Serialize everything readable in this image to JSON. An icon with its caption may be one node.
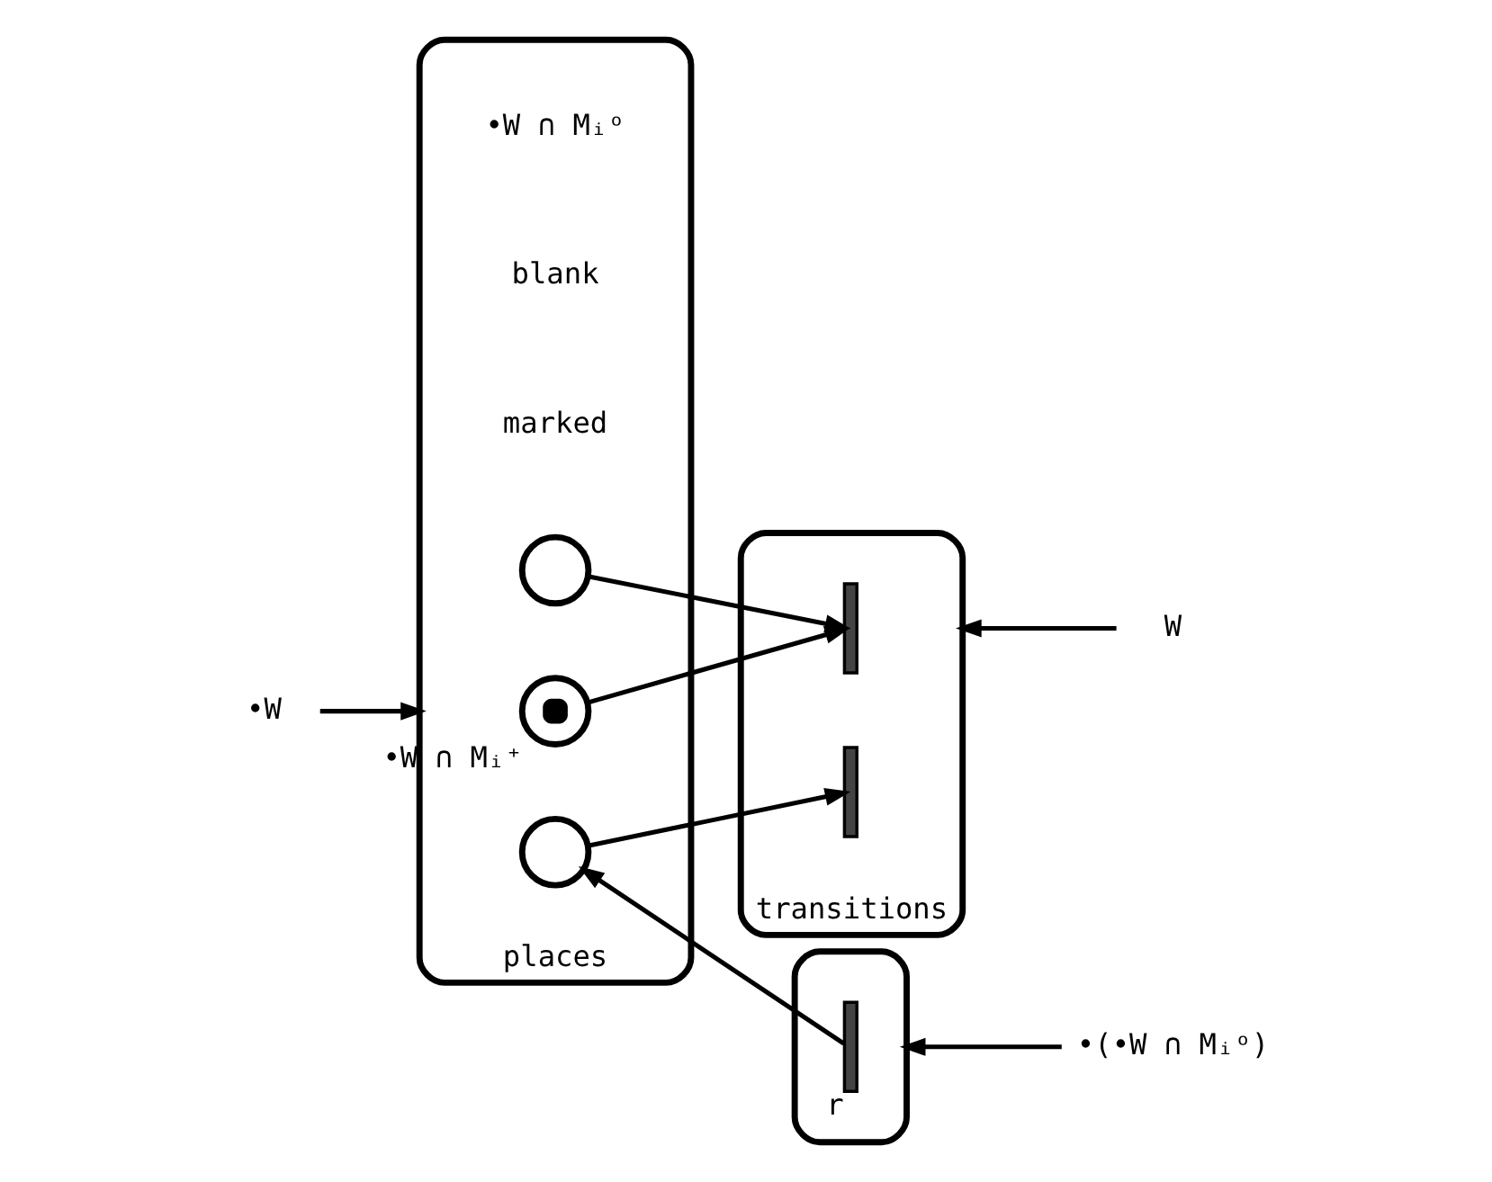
{
  "diagram": {
    "nodes": [
      {
        "text": [],
        "shape": "ellipse",
        "beside": [
          "places"
        ]
      },
      {
        "text": [],
        "shape": "circle",
        "in": 0,
        "beside": [
          "•W ∩ Mᵢ⁺"
        ]
      },
      {
        "text": [],
        "shape": "circle",
        "in": 0
      },
      {
        "text": [],
        "shape": "circle",
        "in": 0
      },
      {
        "text": [],
        "shape": "ellipse",
        "beside": [
          "transitions"
        ]
      },
      {
        "text": [],
        "shape": "bar",
        "in": 4
      },
      {
        "text": [],
        "shape": "bar",
        "in": 4
      },
      {
        "text": [],
        "shape": "ellipse"
      },
      {
        "text": [],
        "shape": "bar",
        "in": 7,
        "beside": [
          "r"
        ]
      },
      {
        "text": [
          "•W"
        ]
      },
      {
        "text": [
          "W"
        ]
      },
      {
        "text": [
          "•(•W ∩ Mᵢᵒ)"
        ]
      }
    ],
    "edges": [
      {
        "from": 1,
        "to": 5,
        "arrow": "to"
      },
      {
        "from": 2,
        "to": 5,
        "arrow": "to"
      },
      {
        "from": 3,
        "to": 6,
        "arrow": "to"
      },
      {
        "from": 8,
        "to": 3,
        "arrow": "to"
      },
      {
        "from": 9,
        "to": 0,
        "arrow": "to"
      },
      {
        "from": 10,
        "to": 4,
        "arrow": "to"
      },
      {
        "from": 11,
        "to": 7,
        "arrow": "to"
      }
    ],
    "labels": [
      "marked",
      "blank",
      "•W ∩ Mᵢᵒ"
    ]
  }
}
